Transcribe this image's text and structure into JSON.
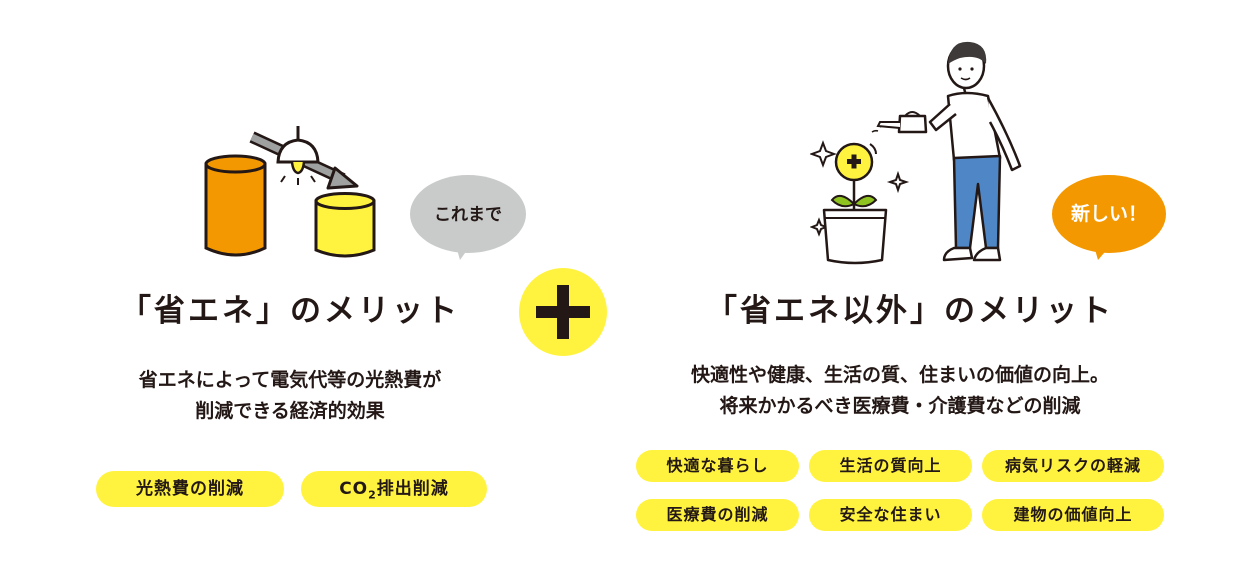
{
  "left": {
    "bubble": "これまで",
    "heading": "「省エネ」のメリット",
    "description_lines": [
      "省エネによって電気代等の光熱費が",
      "削減できる経済的効果"
    ],
    "tags": [
      "光熱費の削減",
      "CO",
      "2",
      "排出削減"
    ]
  },
  "plus_symbol": "+",
  "right": {
    "bubble": "新しい！",
    "heading": "「省エネ以外」のメリット",
    "description_lines": [
      "快適性や健康、生活の質、住まいの価値の向上。",
      "将来かかるべき医療費・介護費などの削減"
    ],
    "tags": [
      "快適な暮らし",
      "生活の質向上",
      "病気リスクの軽減",
      "医療費の削減",
      "安全な住まい",
      "建物の価値向上"
    ]
  },
  "colors": {
    "tag_yellow": "#fff33f",
    "plus_circle": "#fff33f",
    "orange_cylinder": "#f39800",
    "yellow_cylinder": "#fff33f",
    "gray_bubble": "#c9caca",
    "orange_bubble": "#f39800",
    "pants_blue": "#4f86c6",
    "text": "#231815"
  },
  "icons": [
    "light-bulb-icon",
    "arrow-icon",
    "flower-icon",
    "sparkle-icon",
    "watering-can-icon",
    "person-illustration"
  ]
}
